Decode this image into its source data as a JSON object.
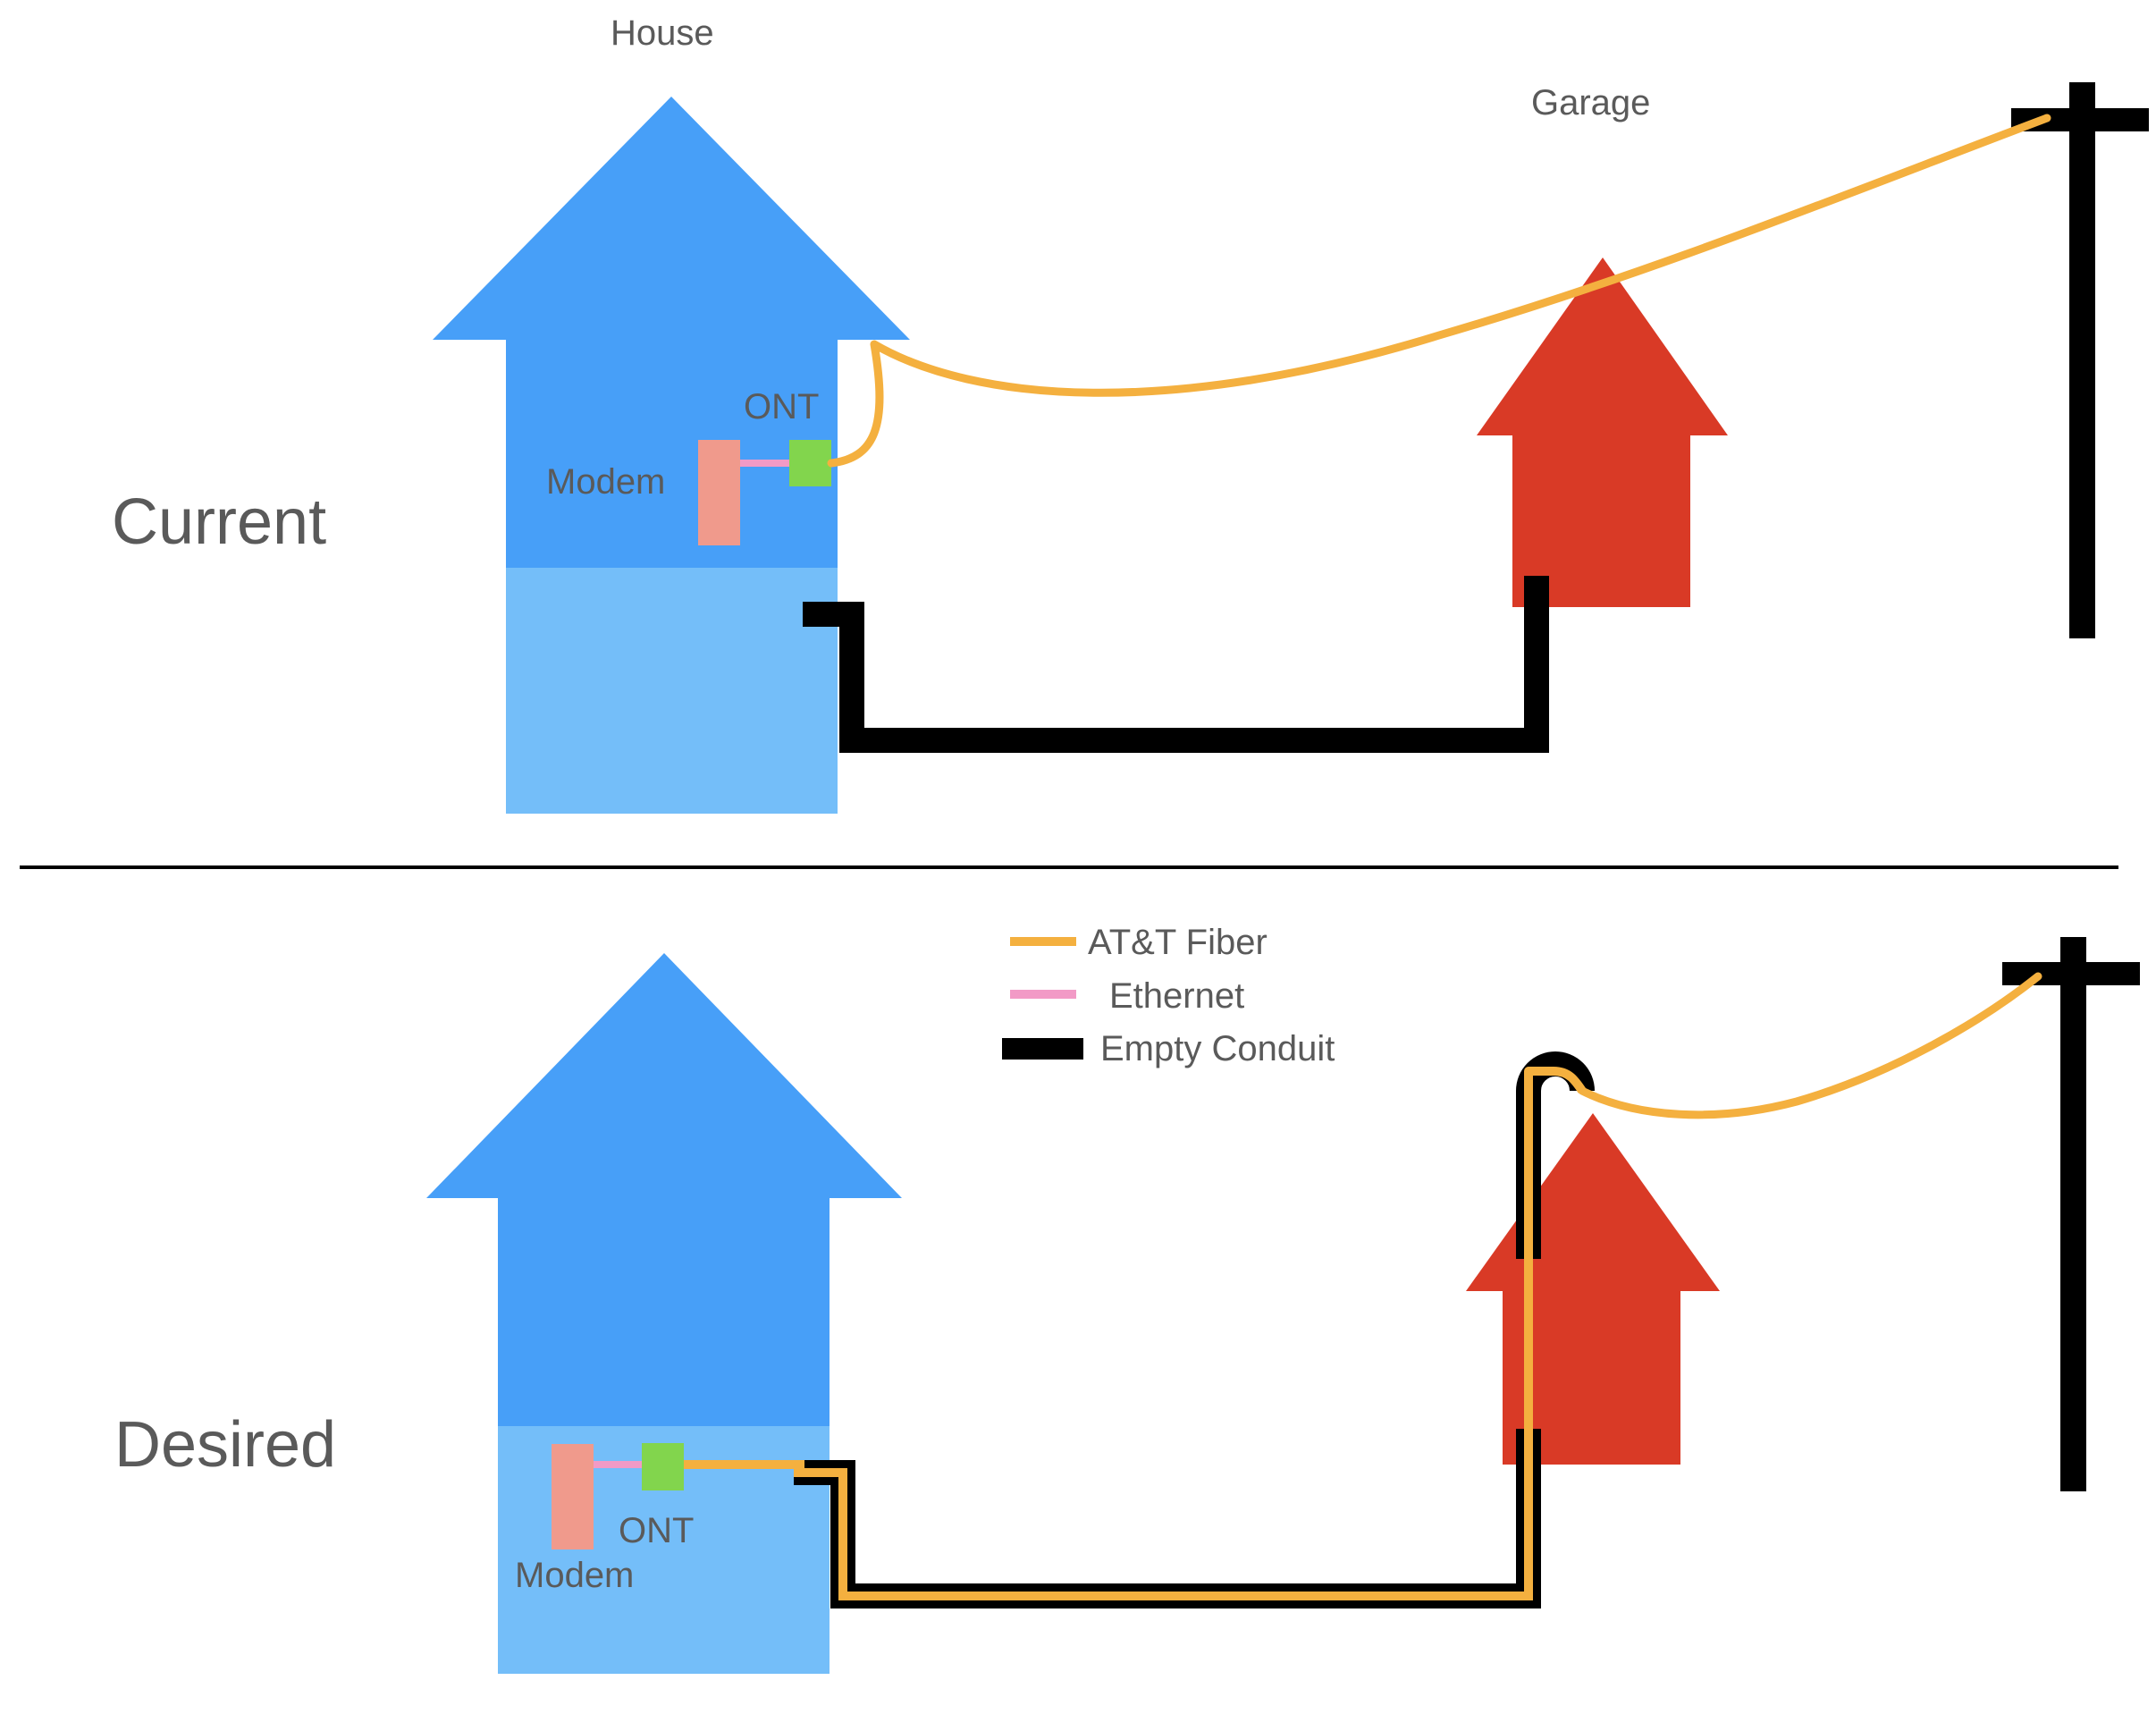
{
  "labels": {
    "house": "House",
    "garage": "Garage",
    "current": "Current",
    "desired": "Desired",
    "ont_top": "ONT",
    "modem_top": "Modem",
    "ont_bottom": "ONT",
    "modem_bottom": "Modem"
  },
  "legend": {
    "fiber": "AT&T Fiber",
    "ethernet": "Ethernet",
    "conduit": "Empty Conduit"
  },
  "colors": {
    "house_main": "#479ff8",
    "house_basement": "#74bef9",
    "garage": "#d93a26",
    "fiber": "#f4b03f",
    "ethernet": "#f29ac6",
    "conduit": "#000000",
    "modem": "#f09a8c",
    "ont": "#82d54d",
    "divider": "#000000"
  }
}
